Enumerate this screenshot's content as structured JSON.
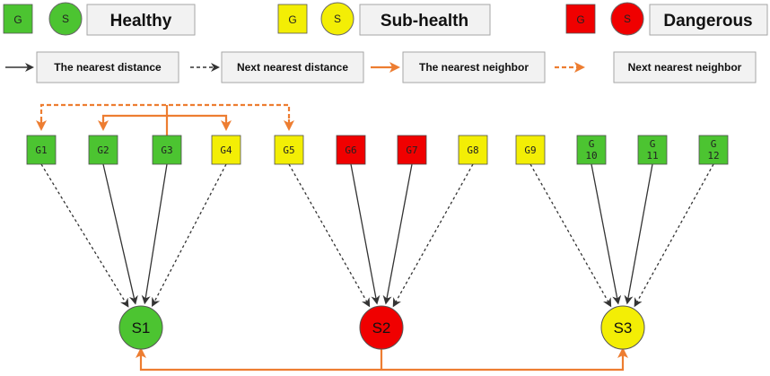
{
  "colors": {
    "healthy": "#4cc431",
    "subhealth": "#f3ee05",
    "dangerous": "#f00000",
    "nearest_distance": "#333333",
    "next_nearest_distance": "#333333",
    "nearest_neighbor": "#ed7d31",
    "next_nearest_neighbor": "#ed7d31"
  },
  "legend": {
    "states": [
      {
        "square": "G",
        "circle": "S",
        "label": "Healthy",
        "color": "healthy"
      },
      {
        "square": "G",
        "circle": "S",
        "label": "Sub-health",
        "color": "subhealth"
      },
      {
        "square": "G",
        "circle": "S",
        "label": "Dangerous",
        "color": "dangerous"
      }
    ],
    "arrows": [
      {
        "label": "The nearest distance",
        "style": "solid",
        "color": "nearest_distance"
      },
      {
        "label": "Next nearest distance",
        "style": "dashed",
        "color": "next_nearest_distance"
      },
      {
        "label": "The nearest neighbor",
        "style": "solid",
        "color": "nearest_neighbor"
      },
      {
        "label": "Next nearest neighbor",
        "style": "dashed",
        "color": "next_nearest_neighbor"
      }
    ]
  },
  "g_nodes": [
    {
      "id": "G1",
      "lines": [
        "G1"
      ],
      "state": "healthy"
    },
    {
      "id": "G2",
      "lines": [
        "G2"
      ],
      "state": "healthy"
    },
    {
      "id": "G3",
      "lines": [
        "G3"
      ],
      "state": "healthy"
    },
    {
      "id": "G4",
      "lines": [
        "G4"
      ],
      "state": "subhealth"
    },
    {
      "id": "G5",
      "lines": [
        "G5"
      ],
      "state": "subhealth"
    },
    {
      "id": "G6",
      "lines": [
        "G6"
      ],
      "state": "dangerous"
    },
    {
      "id": "G7",
      "lines": [
        "G7"
      ],
      "state": "dangerous"
    },
    {
      "id": "G8",
      "lines": [
        "G8"
      ],
      "state": "subhealth"
    },
    {
      "id": "G9",
      "lines": [
        "G9"
      ],
      "state": "subhealth"
    },
    {
      "id": "G10",
      "lines": [
        "G",
        "10"
      ],
      "state": "healthy"
    },
    {
      "id": "G11",
      "lines": [
        "G",
        "11"
      ],
      "state": "healthy"
    },
    {
      "id": "G12",
      "lines": [
        "G",
        "12"
      ],
      "state": "healthy"
    }
  ],
  "s_nodes": [
    {
      "id": "S1",
      "label": "S1",
      "state": "healthy"
    },
    {
      "id": "S2",
      "label": "S2",
      "state": "dangerous"
    },
    {
      "id": "S3",
      "label": "S3",
      "state": "subhealth"
    }
  ],
  "edges_to_s": [
    {
      "from": "G1",
      "to": "S1",
      "type": "next_nearest_distance"
    },
    {
      "from": "G2",
      "to": "S1",
      "type": "nearest_distance"
    },
    {
      "from": "G3",
      "to": "S1",
      "type": "nearest_distance"
    },
    {
      "from": "G4",
      "to": "S1",
      "type": "next_nearest_distance"
    },
    {
      "from": "G5",
      "to": "S2",
      "type": "next_nearest_distance"
    },
    {
      "from": "G6",
      "to": "S2",
      "type": "nearest_distance"
    },
    {
      "from": "G7",
      "to": "S2",
      "type": "nearest_distance"
    },
    {
      "from": "G8",
      "to": "S2",
      "type": "next_nearest_distance"
    },
    {
      "from": "G9",
      "to": "S3",
      "type": "next_nearest_distance"
    },
    {
      "from": "G10",
      "to": "S3",
      "type": "nearest_distance"
    },
    {
      "from": "G11",
      "to": "S3",
      "type": "nearest_distance"
    },
    {
      "from": "G12",
      "to": "S3",
      "type": "next_nearest_distance"
    }
  ],
  "neighbor_links": [
    {
      "from": "G3",
      "to": [
        "G2",
        "G4"
      ],
      "type": "nearest_neighbor"
    },
    {
      "from": "G3",
      "to": [
        "G1",
        "G5"
      ],
      "type": "next_nearest_neighbor"
    },
    {
      "from": "S2",
      "to": [
        "S1",
        "S3"
      ],
      "type": "nearest_neighbor"
    }
  ]
}
